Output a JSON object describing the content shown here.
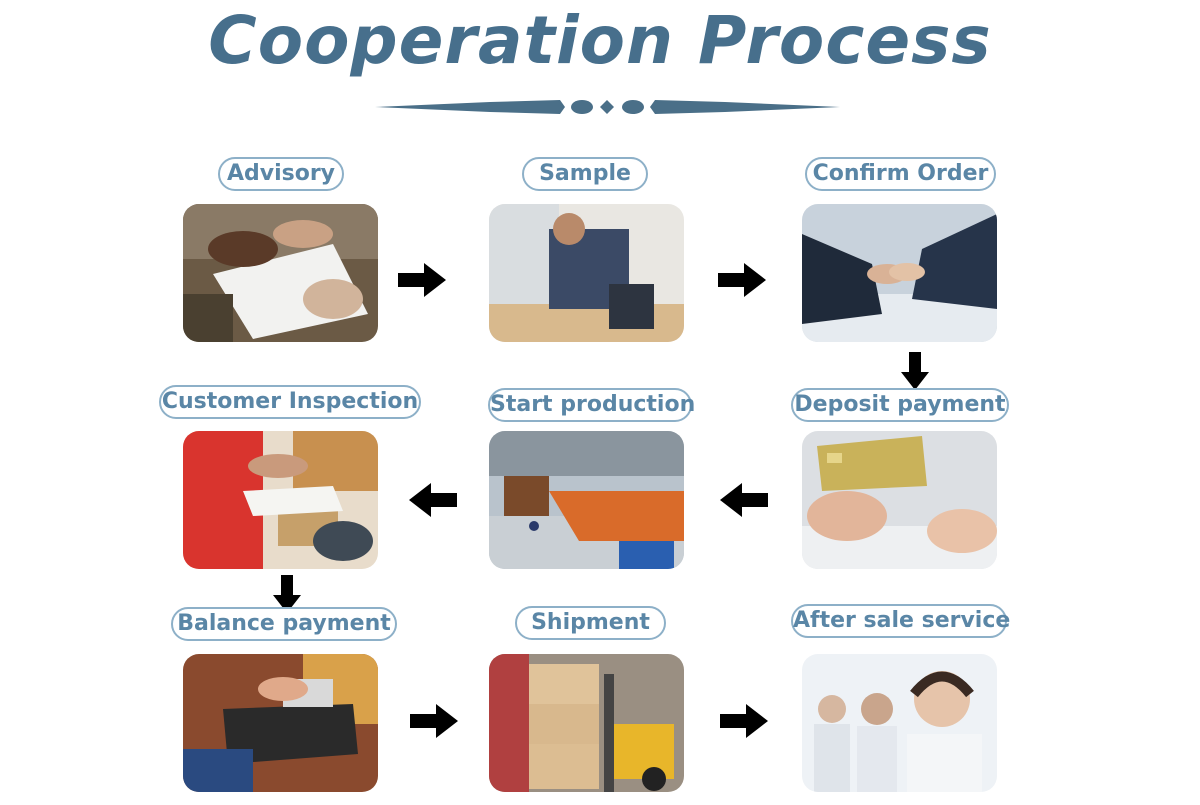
{
  "title": "Cooperation Process",
  "steps": [
    {
      "label": "Advisory",
      "photo": "consultation-handshake-papers"
    },
    {
      "label": "Sample",
      "photo": "worker-measuring-wood"
    },
    {
      "label": "Confirm Order",
      "photo": "business-handshake"
    },
    {
      "label": "Deposit payment",
      "photo": "credit-card-hand"
    },
    {
      "label": "Start production",
      "photo": "factory-production-line"
    },
    {
      "label": "Customer Inspection",
      "photo": "signing-delivery-package"
    },
    {
      "label": "Balance payment",
      "photo": "card-payment-terminal"
    },
    {
      "label": "Shipment",
      "photo": "forklift-cardboard-boxes"
    },
    {
      "label": "After sale service",
      "photo": "customer-service-headset"
    }
  ],
  "colors": {
    "title": "#476f8c",
    "label_text": "#5a86a6",
    "label_border": "#8db0c8",
    "arrow": "#000000"
  },
  "icons": [
    "arrow-right-icon",
    "arrow-left-icon",
    "arrow-down-icon"
  ]
}
